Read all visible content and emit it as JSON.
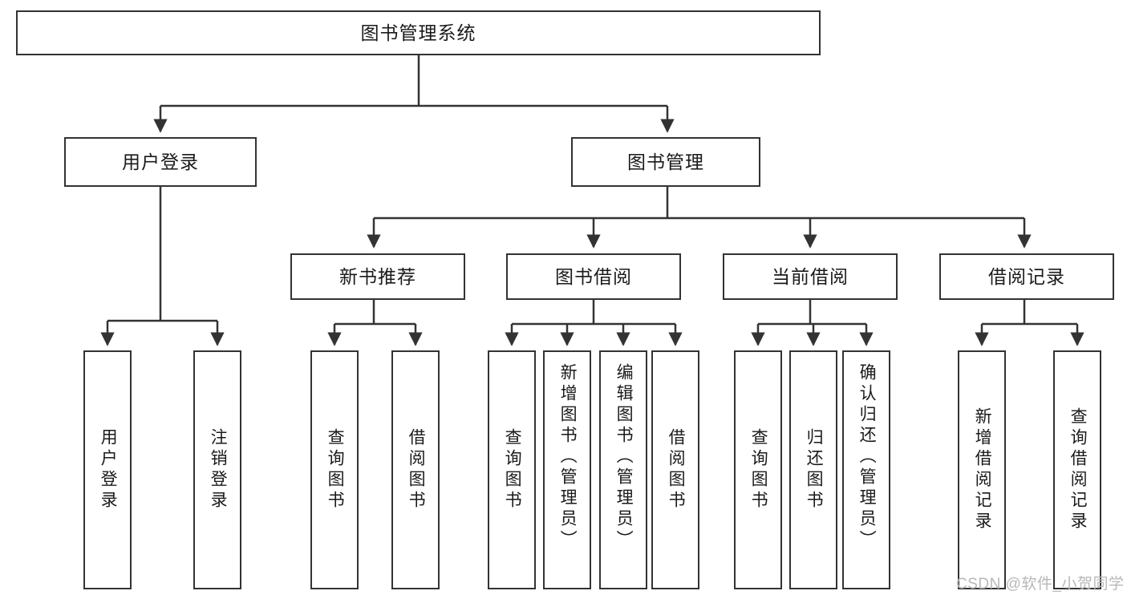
{
  "diagram": {
    "type": "tree-hierarchy-flowchart",
    "title": "图书管理系统",
    "watermark": "CSDN @软件_小贺同学",
    "colors": {
      "stroke": "#333333",
      "fill": "#ffffff",
      "text": "#1a1a1a",
      "watermark": "#b8b8b8"
    },
    "nodes": {
      "root": {
        "label": "图书管理系统"
      },
      "level2": [
        {
          "id": "user-login",
          "label": "用户登录"
        },
        {
          "id": "book-manage",
          "label": "图书管理"
        }
      ],
      "level3": [
        {
          "id": "new-book-rec",
          "label": "新书推荐"
        },
        {
          "id": "book-borrow",
          "label": "图书借阅"
        },
        {
          "id": "current-borrow",
          "label": "当前借阅"
        },
        {
          "id": "borrow-record",
          "label": "借阅记录"
        }
      ],
      "leaves": {
        "user-login": [
          {
            "id": "leaf-user-login",
            "label": "用户登录"
          },
          {
            "id": "leaf-logout",
            "label": "注销登录"
          }
        ],
        "new-book-rec": [
          {
            "id": "leaf-query-book-1",
            "label": "查询图书"
          },
          {
            "id": "leaf-borrow-book-1",
            "label": "借阅图书"
          }
        ],
        "book-borrow": [
          {
            "id": "leaf-query-book-2",
            "label": "查询图书"
          },
          {
            "id": "leaf-add-book",
            "label": "新增图书（管理员）"
          },
          {
            "id": "leaf-edit-book",
            "label": "编辑图书（管理员）"
          },
          {
            "id": "leaf-borrow-book-2",
            "label": "借阅图书"
          }
        ],
        "current-borrow": [
          {
            "id": "leaf-query-book-3",
            "label": "查询图书"
          },
          {
            "id": "leaf-return-book",
            "label": "归还图书"
          },
          {
            "id": "leaf-confirm-return",
            "label": "确认归还（管理员）"
          }
        ],
        "borrow-record": [
          {
            "id": "leaf-add-record",
            "label": "新增借阅记录"
          },
          {
            "id": "leaf-query-record",
            "label": "查询借阅记录"
          }
        ]
      }
    }
  }
}
